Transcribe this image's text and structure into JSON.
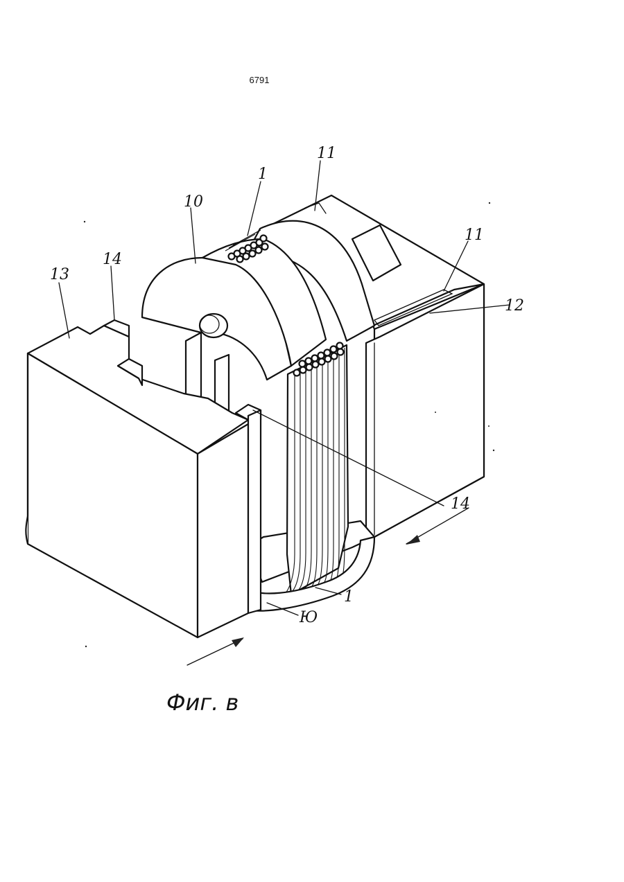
{
  "page_number": "6791",
  "labels": {
    "winding_top": "1",
    "frame_top_left": "10",
    "slot_top": "11",
    "slot_right": "11",
    "pad": "12",
    "block_left": "13",
    "tab_top": "14",
    "tab_bottom": "14",
    "winding_bottom": "1",
    "frame_bottom": "Ю"
  },
  "caption": "Фиг. в"
}
